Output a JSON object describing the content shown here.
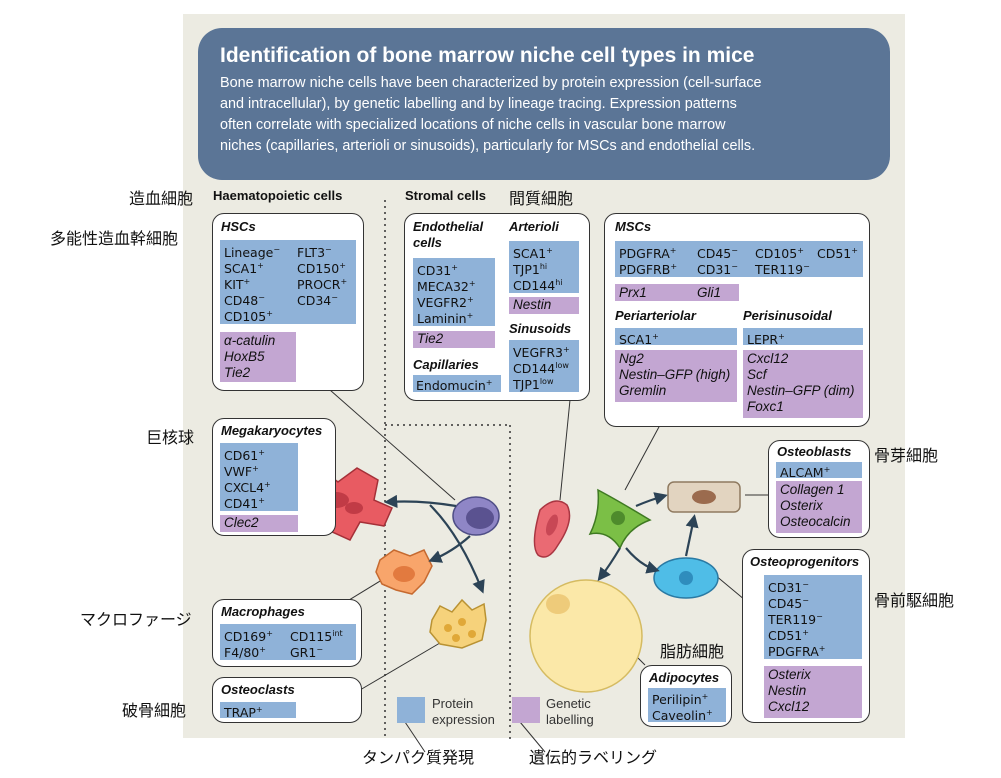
{
  "banner": {
    "title": "Identification of bone marrow niche cell types in mice",
    "line1": "Bone marrow niche cells have been characterized by protein expression (cell-surface",
    "line2": "and intracellular), by genetic labelling and by lineage tracing. Expression patterns",
    "line3": "often correlate with specialized locations of niche cells in vascular bone marrow",
    "line4": "niches (capillaries, arterioli or sinusoids), particularly for MSCs and endothelial cells."
  },
  "sections": {
    "haematopoietic": "Haematopoietic cells",
    "stromal": "Stromal cells"
  },
  "japanese": {
    "haematopoietic": "造血細胞",
    "hsc": "多能性造血幹細胞",
    "stromal": "間質細胞",
    "megakaryocyte": "巨核球",
    "osteoblast": "骨芽細胞",
    "macrophage": "マクロファージ",
    "osteoprogenitor": "骨前駆細胞",
    "adipocyte": "脂肪細胞",
    "osteoclast": "破骨細胞",
    "protein": "タンパク質発現",
    "genetic": "遺伝的ラベリング"
  },
  "hsc": {
    "title": "HSCs",
    "protein": [
      {
        "name": "Lineage",
        "sup": "−"
      },
      {
        "name": "SCA1",
        "sup": "+"
      },
      {
        "name": "KIT",
        "sup": "+"
      },
      {
        "name": "CD48",
        "sup": "−"
      },
      {
        "name": "CD105",
        "sup": "+"
      },
      {
        "name": "FLT3",
        "sup": "−"
      },
      {
        "name": "CD150",
        "sup": "+"
      },
      {
        "name": "PROCR",
        "sup": "+"
      },
      {
        "name": "CD34",
        "sup": "−"
      }
    ],
    "genetic": [
      "α-catulin",
      "HoxB5",
      "Tie2"
    ]
  },
  "megakaryocytes": {
    "title": "Megakaryocytes",
    "protein": [
      {
        "name": "CD61",
        "sup": "+"
      },
      {
        "name": "VWF",
        "sup": "+"
      },
      {
        "name": "CXCL4",
        "sup": "+"
      },
      {
        "name": "CD41",
        "sup": "+"
      }
    ],
    "genetic": [
      "Clec2"
    ]
  },
  "macrophages": {
    "title": "Macrophages",
    "protein": [
      {
        "name": "CD169",
        "sup": "+"
      },
      {
        "name": "F4/80",
        "sup": "+"
      },
      {
        "name": "CD115",
        "sup": "int"
      },
      {
        "name": "GR1",
        "sup": "−"
      }
    ]
  },
  "osteoclasts": {
    "title": "Osteoclasts",
    "protein": [
      {
        "name": "TRAP",
        "sup": "+"
      }
    ]
  },
  "endothelial": {
    "title1": "Endothelial",
    "title2": "cells",
    "protein": [
      {
        "name": "CD31",
        "sup": "+"
      },
      {
        "name": "MECA32",
        "sup": "+"
      },
      {
        "name": "VEGFR2",
        "sup": "+"
      },
      {
        "name": "Laminin",
        "sup": "+"
      }
    ],
    "genetic": [
      "Tie2"
    ]
  },
  "arterioli": {
    "title": "Arterioli",
    "protein": [
      {
        "name": "SCA1",
        "sup": "+"
      },
      {
        "name": "TJP1",
        "sup": "hi"
      },
      {
        "name": "CD144",
        "sup": "hi"
      }
    ],
    "genetic": [
      "Nestin"
    ]
  },
  "capillaries": {
    "title": "Capillaries",
    "protein": [
      {
        "name": "Endomucin",
        "sup": "+"
      }
    ]
  },
  "sinusoids": {
    "title": "Sinusoids",
    "protein": [
      {
        "name": "VEGFR3",
        "sup": "+"
      },
      {
        "name": "CD144",
        "sup": "low"
      },
      {
        "name": "TJP1",
        "sup": "low"
      }
    ]
  },
  "mscs": {
    "title": "MSCs",
    "protein": [
      {
        "name": "PDGFRA",
        "sup": "+"
      },
      {
        "name": "CD45",
        "sup": "−"
      },
      {
        "name": "CD105",
        "sup": "+"
      },
      {
        "name": "CD51",
        "sup": "+"
      },
      {
        "name": "PDGFRB",
        "sup": "+"
      },
      {
        "name": "CD31",
        "sup": "−"
      },
      {
        "name": "TER119",
        "sup": "−"
      }
    ],
    "genetic": [
      "Prx1",
      "Gli1"
    ],
    "periarteriolar": {
      "title": "Periarteriolar",
      "protein": [
        {
          "name": "SCA1",
          "sup": "+"
        }
      ],
      "genetic": [
        "Ng2",
        "Nestin–GFP (high)",
        "Gremlin"
      ]
    },
    "perisinusoidal": {
      "title": "Perisinusoidal",
      "protein": [
        {
          "name": "LEPR",
          "sup": "+"
        }
      ],
      "genetic": [
        "Cxcl12",
        "Scf",
        "Nestin–GFP (dim)",
        "Foxc1"
      ]
    }
  },
  "osteoblasts": {
    "title": "Osteoblasts",
    "protein": [
      {
        "name": "ALCAM",
        "sup": "+"
      }
    ],
    "genetic": [
      "Collagen 1",
      "Osterix",
      "Osteocalcin"
    ]
  },
  "osteoprogenitors": {
    "title": "Osteoprogenitors",
    "protein": [
      {
        "name": "CD31",
        "sup": "−"
      },
      {
        "name": "CD45",
        "sup": "−"
      },
      {
        "name": "TER119",
        "sup": "−"
      },
      {
        "name": "CD51",
        "sup": "+"
      },
      {
        "name": "PDGFRA",
        "sup": "+"
      }
    ],
    "genetic": [
      "Osterix",
      "Nestin",
      "Cxcl12"
    ]
  },
  "adipocytes": {
    "title": "Adipocytes",
    "protein": [
      {
        "name": "Perilipin",
        "sup": "+"
      },
      {
        "name": "Caveolin",
        "sup": "+"
      }
    ]
  },
  "legend": {
    "protein": {
      "label1": "Protein",
      "label2": "expression",
      "color": "#8fb2d8"
    },
    "genetic": {
      "label1": "Genetic",
      "label2": "labelling",
      "color": "#c3a6d2"
    }
  },
  "colors": {
    "panel": "#ecebe2",
    "banner": "#5b7596",
    "protein": "#8fb2d8",
    "genetic": "#c3a6d2"
  }
}
